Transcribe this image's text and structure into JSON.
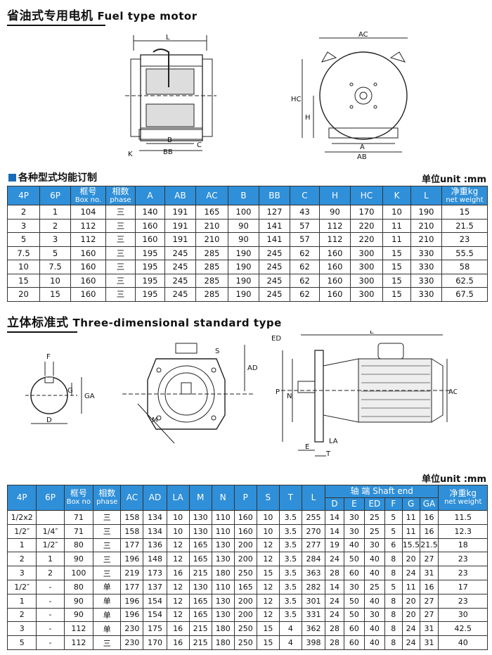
{
  "section1": {
    "title_cn": "省油式专用电机",
    "title_en": "Fuel type motor",
    "drawing_labels": {
      "front": [
        "L",
        "B",
        "BB",
        "C",
        "K"
      ],
      "side": [
        "AC",
        "HC",
        "H",
        "A",
        "AB"
      ]
    },
    "sub_title": "各种型式均能订制",
    "unit": "单位unit :mm",
    "headers": [
      "4P",
      "6P",
      "框号\nBox no.",
      "相数\nphase",
      "A",
      "AB",
      "AC",
      "B",
      "BB",
      "C",
      "H",
      "HC",
      "K",
      "L",
      "净重kg\nnet weight"
    ],
    "rows": [
      [
        "2",
        "1",
        "104",
        "三",
        "140",
        "191",
        "165",
        "100",
        "127",
        "43",
        "90",
        "170",
        "10",
        "190",
        "15"
      ],
      [
        "3",
        "2",
        "112",
        "三",
        "160",
        "191",
        "210",
        "90",
        "141",
        "57",
        "112",
        "220",
        "11",
        "210",
        "21.5"
      ],
      [
        "5",
        "3",
        "112",
        "三",
        "160",
        "191",
        "210",
        "90",
        "141",
        "57",
        "112",
        "220",
        "11",
        "210",
        "23"
      ],
      [
        "7.5",
        "5",
        "160",
        "三",
        "195",
        "245",
        "285",
        "190",
        "245",
        "62",
        "160",
        "300",
        "15",
        "330",
        "55.5"
      ],
      [
        "10",
        "7.5",
        "160",
        "三",
        "195",
        "245",
        "285",
        "190",
        "245",
        "62",
        "160",
        "300",
        "15",
        "330",
        "58"
      ],
      [
        "15",
        "10",
        "160",
        "三",
        "195",
        "245",
        "285",
        "190",
        "245",
        "62",
        "160",
        "300",
        "15",
        "330",
        "62.5"
      ],
      [
        "20",
        "15",
        "160",
        "三",
        "195",
        "245",
        "285",
        "190",
        "245",
        "62",
        "160",
        "300",
        "15",
        "330",
        "67.5"
      ]
    ]
  },
  "section2": {
    "title_cn": "立体标准式",
    "title_en": "Three-dimensional standard type",
    "drawing_labels": {
      "key": [
        "F",
        "G",
        "GA",
        "D"
      ],
      "flange": [
        "S",
        "AD",
        "M"
      ],
      "side": [
        "L",
        "ED",
        "P",
        "N",
        "AC",
        "LA",
        "E",
        "T"
      ]
    },
    "unit": "单位unit :mm",
    "headers": [
      "4P",
      "6P",
      "框号\nBox no",
      "相数\nphase",
      "AC",
      "AD",
      "LA",
      "M",
      "N",
      "P",
      "S",
      "T",
      "L",
      "净重kg\nnet weight"
    ],
    "shaft_header": "轴 端    Shaft end",
    "shaft_cols": [
      "D",
      "E",
      "ED",
      "F",
      "G",
      "GA"
    ],
    "rows": [
      [
        "1/2x2",
        "",
        "71",
        "三",
        "158",
        "134",
        "10",
        "130",
        "110",
        "160",
        "10",
        "3.5",
        "255",
        "14",
        "30",
        "25",
        "5",
        "11",
        "16",
        "11.5"
      ],
      [
        "1/2″",
        "1/4″",
        "71",
        "三",
        "158",
        "134",
        "10",
        "130",
        "110",
        "160",
        "10",
        "3.5",
        "270",
        "14",
        "30",
        "25",
        "5",
        "11",
        "16",
        "12.3"
      ],
      [
        "1",
        "1/2″",
        "80",
        "三",
        "177",
        "136",
        "12",
        "165",
        "130",
        "200",
        "12",
        "3.5",
        "277",
        "19",
        "40",
        "30",
        "6",
        "15.5",
        "21.5",
        "18"
      ],
      [
        "2",
        "1",
        "90",
        "三",
        "196",
        "148",
        "12",
        "165",
        "130",
        "200",
        "12",
        "3.5",
        "284",
        "24",
        "50",
        "40",
        "8",
        "20",
        "27",
        "23"
      ],
      [
        "3",
        "2",
        "100",
        "三",
        "219",
        "173",
        "16",
        "215",
        "180",
        "250",
        "15",
        "3.5",
        "363",
        "28",
        "60",
        "40",
        "8",
        "24",
        "31",
        "23"
      ],
      [
        "1/2″",
        "-",
        "80",
        "单",
        "177",
        "137",
        "12",
        "130",
        "110",
        "165",
        "12",
        "3.5",
        "282",
        "14",
        "30",
        "25",
        "5",
        "11",
        "16",
        "17"
      ],
      [
        "1",
        "-",
        "90",
        "单",
        "196",
        "154",
        "12",
        "165",
        "130",
        "200",
        "12",
        "3.5",
        "301",
        "24",
        "50",
        "40",
        "8",
        "20",
        "27",
        "23"
      ],
      [
        "2",
        "-",
        "90",
        "单",
        "196",
        "154",
        "12",
        "165",
        "130",
        "200",
        "12",
        "3.5",
        "331",
        "24",
        "50",
        "30",
        "8",
        "20",
        "27",
        "30"
      ],
      [
        "3",
        "-",
        "112",
        "单",
        "230",
        "175",
        "16",
        "215",
        "180",
        "250",
        "15",
        "4",
        "362",
        "28",
        "60",
        "40",
        "8",
        "24",
        "31",
        "42.5"
      ],
      [
        "5",
        "-",
        "112",
        "三",
        "230",
        "170",
        "16",
        "215",
        "180",
        "250",
        "15",
        "4",
        "398",
        "28",
        "60",
        "40",
        "8",
        "24",
        "31",
        "40"
      ]
    ]
  }
}
